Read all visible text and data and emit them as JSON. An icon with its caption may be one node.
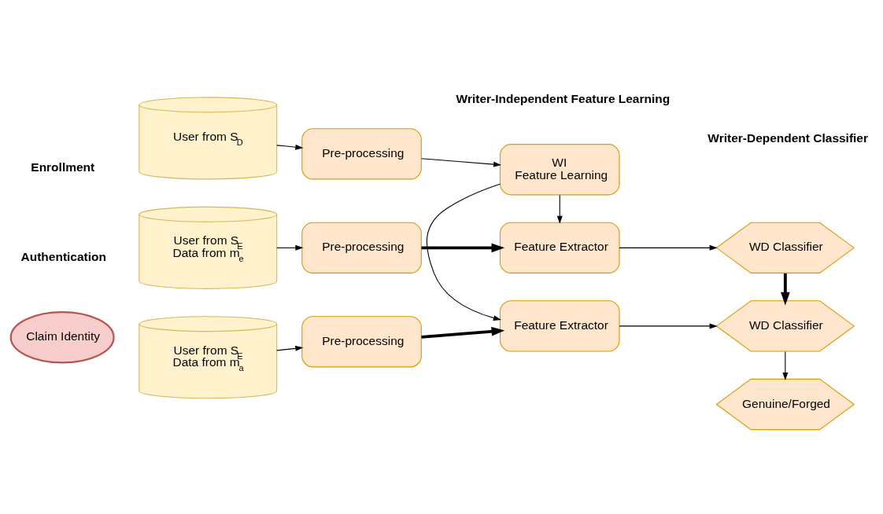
{
  "diagram": {
    "nodes": [
      {
        "text": [
          "User from S$_{D}$"
        ]
      },
      {
        "text": [
          "Pre-processing"
        ]
      },
      {
        "text": [
          "WI",
          "Feature Learning"
        ]
      },
      {
        "text": [
          "User from S$_{E}$",
          "Data from m$_{e}$"
        ]
      },
      {
        "text": [
          "Pre-processing"
        ]
      },
      {
        "text": [
          "Feature Extractor"
        ]
      },
      {
        "text": [
          "WD Classifier"
        ]
      },
      {
        "text": [
          "Claim Identity"
        ]
      },
      {
        "text": [
          "User from S$_{E}$",
          "Data from m$_{a}$"
        ]
      },
      {
        "text": [
          "Pre-processing"
        ]
      },
      {
        "text": [
          "Feature Extractor"
        ]
      },
      {
        "text": [
          "WD Classifier"
        ]
      },
      {
        "text": [
          "Genuine/Forged"
        ]
      }
    ],
    "edges": [
      {
        "from": 0,
        "to": 1,
        "arrow": "to"
      },
      {
        "from": 1,
        "to": 2,
        "arrow": "to"
      },
      {
        "from": 2,
        "to": 5,
        "arrow": "to"
      },
      {
        "from": 2,
        "to": 10,
        "arrow": "to"
      },
      {
        "from": 3,
        "to": 4,
        "arrow": "to"
      },
      {
        "from": 4,
        "to": 5,
        "arrow": "to",
        "style": "thick"
      },
      {
        "from": 5,
        "to": 6,
        "arrow": "to"
      },
      {
        "from": 6,
        "to": 11,
        "arrow": "to",
        "style": "thick"
      },
      {
        "from": 8,
        "to": 9,
        "arrow": "to"
      },
      {
        "from": 9,
        "to": 10,
        "arrow": "to",
        "style": "thick"
      },
      {
        "from": 10,
        "to": 11,
        "arrow": "to"
      },
      {
        "from": 11,
        "to": 12,
        "arrow": "to"
      }
    ],
    "labels": [
      "Writer-Independent Feature Learning",
      "Enrollment",
      "Writer-Dependent Classifier",
      "Authentication"
    ]
  }
}
